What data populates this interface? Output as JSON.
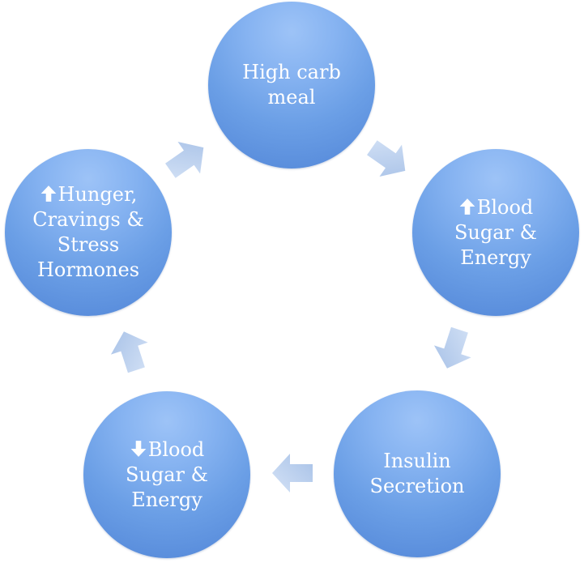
{
  "diagram": {
    "type": "cycle",
    "nodes": [
      {
        "id": "high-carb-meal",
        "arrow": "",
        "text": "High carb\nmeal"
      },
      {
        "id": "blood-sugar-up",
        "arrow": "up",
        "text": "Blood\nSugar &\nEnergy"
      },
      {
        "id": "insulin-secretion",
        "arrow": "",
        "text": "Insulin\nSecretion"
      },
      {
        "id": "blood-sugar-down",
        "arrow": "down",
        "text": "Blood\nSugar &\nEnergy"
      },
      {
        "id": "hunger-cravings",
        "arrow": "up",
        "text": "Hunger,\nCravings &\nStress\nHormones"
      }
    ],
    "colors": {
      "node_light": "#9dc3f7",
      "node_dark": "#5185d7",
      "connector_light": "#d4e2f6",
      "connector_dark": "#a7c1e7",
      "text": "#ffffff"
    },
    "arrow_icons": {
      "up": "up-arrow-icon",
      "down": "down-arrow-icon"
    }
  }
}
